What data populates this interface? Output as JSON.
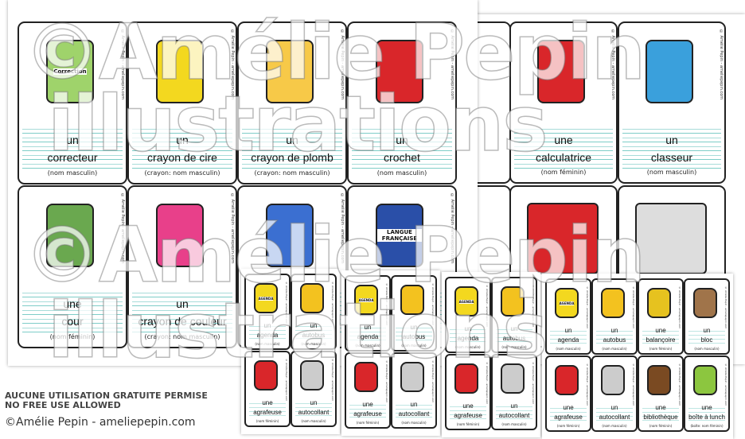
{
  "sheet1": {
    "top": [
      {
        "article": "un",
        "word": "correcteur",
        "grammar": "(nom masculin)",
        "icon": "correction-fluid-icon",
        "label": "Correction"
      },
      {
        "article": "un",
        "word": "crayon de cire",
        "grammar": "(crayon: nom masculin)",
        "icon": "crayon-icon"
      },
      {
        "article": "un",
        "word": "crayon de plomb",
        "grammar": "(crayon: nom masculin)",
        "icon": "pencil-icon"
      },
      {
        "article": "un",
        "word": "crochet",
        "grammar": "(nom masculin)",
        "icon": "hook-backpack-icon"
      }
    ],
    "bottom": [
      {
        "article": "une",
        "word": "cour",
        "grammar": "(nom féminin)",
        "icon": "schoolyard-icon"
      },
      {
        "article": "un",
        "word": "crayon de couleur",
        "grammar": "(crayon: nom masculin)",
        "icon": "colored-pencil-icon"
      },
      {
        "article": "",
        "word": "",
        "grammar": "",
        "icon": "glue-stick-icon"
      },
      {
        "article": "",
        "word": "",
        "grammar": "",
        "icon": "french-book-icon",
        "label": "LANGUE FRANÇAISE"
      }
    ]
  },
  "sheet2": {
    "top": [
      {
        "article": "une",
        "word": "calculatrice",
        "grammar": "(nom féminin)",
        "icon": "calculator-icon"
      },
      {
        "article": "un",
        "word": "classeur",
        "grammar": "(nom masculin)",
        "icon": "binder-icon"
      }
    ]
  },
  "site": "© Amélie Pepin - ameliepepin.com",
  "small_sheets": [
    {
      "cards": [
        {
          "article": "un",
          "word": "agenda",
          "grammar": "(nom masculin)",
          "icon": "agenda-icon",
          "label": "AGENDA"
        },
        {
          "article": "un",
          "word": "autobus",
          "grammar": "(nom masculin)",
          "icon": "bus-icon"
        },
        {
          "article": "une",
          "word": "agrafeuse",
          "grammar": "(nom féminin)",
          "icon": "stapler-icon"
        },
        {
          "article": "un",
          "word": "autocollant",
          "grammar": "(nom masculin)",
          "icon": "sticker-icon"
        }
      ]
    },
    {
      "cards": [
        {
          "article": "un",
          "word": "agenda",
          "grammar": "(nom masculin)",
          "icon": "agenda-icon",
          "label": "AGENDA"
        },
        {
          "article": "un",
          "word": "autobus",
          "grammar": "(nom masculin)",
          "icon": "bus-icon"
        },
        {
          "article": "une",
          "word": "agrafeuse",
          "grammar": "(nom féminin)",
          "icon": "stapler-icon"
        },
        {
          "article": "un",
          "word": "autocollant",
          "grammar": "(nom masculin)",
          "icon": "sticker-icon"
        }
      ]
    },
    {
      "cards": [
        {
          "article": "un",
          "word": "agenda",
          "grammar": "(nom masculin)",
          "icon": "agenda-icon",
          "label": "AGENDA"
        },
        {
          "article": "un",
          "word": "autobus",
          "grammar": "(nom masculin)",
          "icon": "bus-icon"
        },
        {
          "article": "une",
          "word": "agrafeuse",
          "grammar": "(nom féminin)",
          "icon": "stapler-icon"
        },
        {
          "article": "un",
          "word": "autocollant",
          "grammar": "(nom masculin)",
          "icon": "sticker-icon"
        }
      ]
    },
    {
      "cards": [
        {
          "article": "un",
          "word": "agenda",
          "grammar": "(nom masculin)",
          "icon": "agenda-icon",
          "label": "AGENDA"
        },
        {
          "article": "un",
          "word": "autobus",
          "grammar": "(nom masculin)",
          "icon": "bus-icon"
        },
        {
          "article": "une",
          "word": "balançoire",
          "grammar": "(nom féminin)",
          "icon": "swing-icon"
        },
        {
          "article": "un",
          "word": "bloc",
          "grammar": "(nom masculin)",
          "icon": "blocks-icon"
        },
        {
          "article": "une",
          "word": "agrafeuse",
          "grammar": "(nom féminin)",
          "icon": "stapler-icon"
        },
        {
          "article": "un",
          "word": "autocollant",
          "grammar": "(nom masculin)",
          "icon": "sticker-icon"
        },
        {
          "article": "une",
          "word": "bibliothèque",
          "grammar": "(nom féminin)",
          "icon": "bookcase-icon"
        },
        {
          "article": "une",
          "word": "boîte à lunch",
          "grammar": "(boîte: nom féminin)",
          "icon": "lunchbox-icon"
        }
      ]
    }
  ],
  "watermark": {
    "line1": "©Amélie Pepin",
    "line2": "illustrations"
  },
  "notice": {
    "fr": "AUCUNE UTILISATION GRATUITE PERMISE",
    "en": "NO FREE USE ALLOWED",
    "copyright": "©Amélie Pepin - ameliepepin.com"
  },
  "colors": {
    "line": "#7ecdc8",
    "accent_red": "#d9262a",
    "accent_yellow": "#f3d81f"
  }
}
